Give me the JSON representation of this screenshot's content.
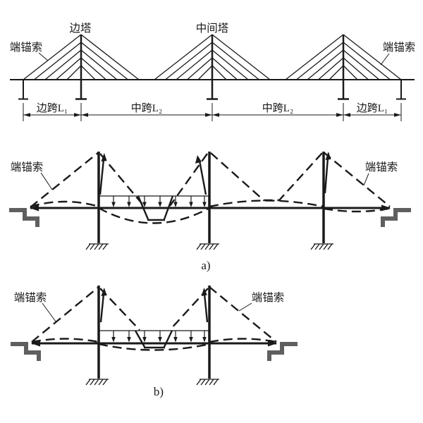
{
  "figure": {
    "top": {
      "end_anchor_left": "端锚索",
      "side_tower": "边塔",
      "middle_tower": "中间塔",
      "end_anchor_right": "端锚索",
      "dim_side_left": "边跨L₁",
      "dim_mid_left": "中跨L₂",
      "dim_mid_right": "中跨L₂",
      "dim_side_right": "边跨L₁"
    },
    "a": {
      "end_anchor_left": "端锚索",
      "end_anchor_right": "端锚索",
      "caption": "a)"
    },
    "b": {
      "end_anchor_left": "端锚索",
      "end_anchor_right": "端锚索",
      "caption": "b)"
    },
    "colors": {
      "ink": "#1a1a1a",
      "abutment": "#5f5f5f"
    }
  }
}
